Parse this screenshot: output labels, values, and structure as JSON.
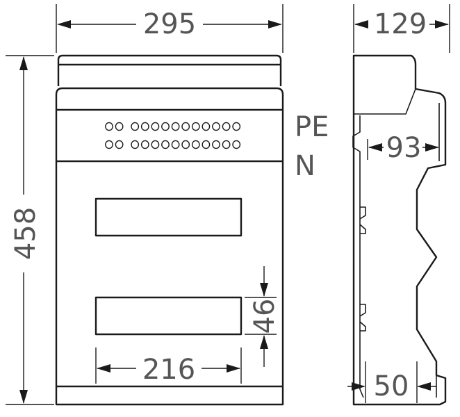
{
  "dimensions": {
    "width_front": "295",
    "depth_side": "129",
    "height": "458",
    "inner_depth": "93",
    "window_width": "216",
    "window_height": "46",
    "bottom_depth": "50"
  },
  "labels": {
    "pe": "PE",
    "n": "N"
  },
  "colors": {
    "stroke": "#1a1a1a",
    "text": "#555555",
    "background": "#ffffff"
  }
}
